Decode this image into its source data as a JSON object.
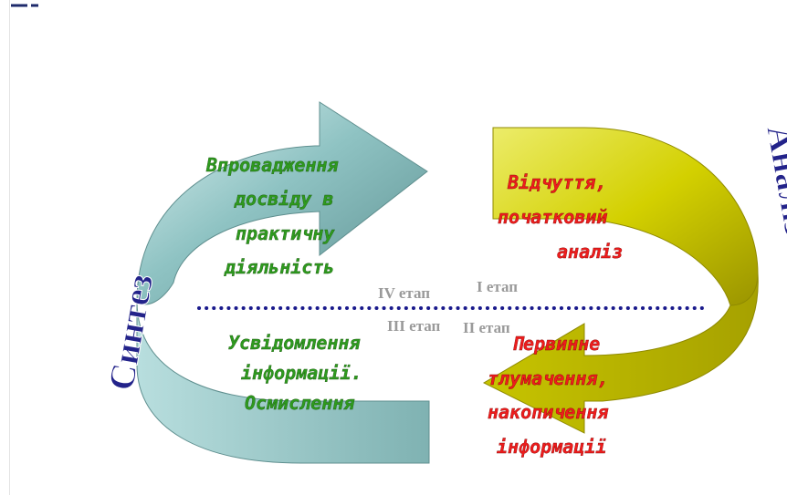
{
  "diagram": {
    "stages": {
      "stage1": "I етап",
      "stage2": "II етап",
      "stage3": "III етап",
      "stage4": "IV етап"
    },
    "blocks": {
      "top_left": [
        "Впровадження",
        "досвіду в",
        "практичну",
        "діяльність"
      ],
      "bottom_left": [
        "Усвідомлення",
        "інформації.",
        "Осмислення"
      ],
      "top_right": [
        "Відчуття,",
        "початковий",
        "аналіз"
      ],
      "bottom_right": [
        "Первинне",
        "тлумачення,",
        "накопичення",
        "інформації"
      ]
    },
    "side_labels": {
      "left": "Синтез",
      "right": "Аналіз"
    },
    "colors": {
      "green_text": "#2e9a1e",
      "red_text": "#ee1c1c",
      "stage_text": "#9a9a9a",
      "dotted_line": "#1a1a8c",
      "side_label": "#23238a",
      "teal_arrow": "#7fb7b7",
      "yellow_arrow": "#d8d400"
    }
  }
}
